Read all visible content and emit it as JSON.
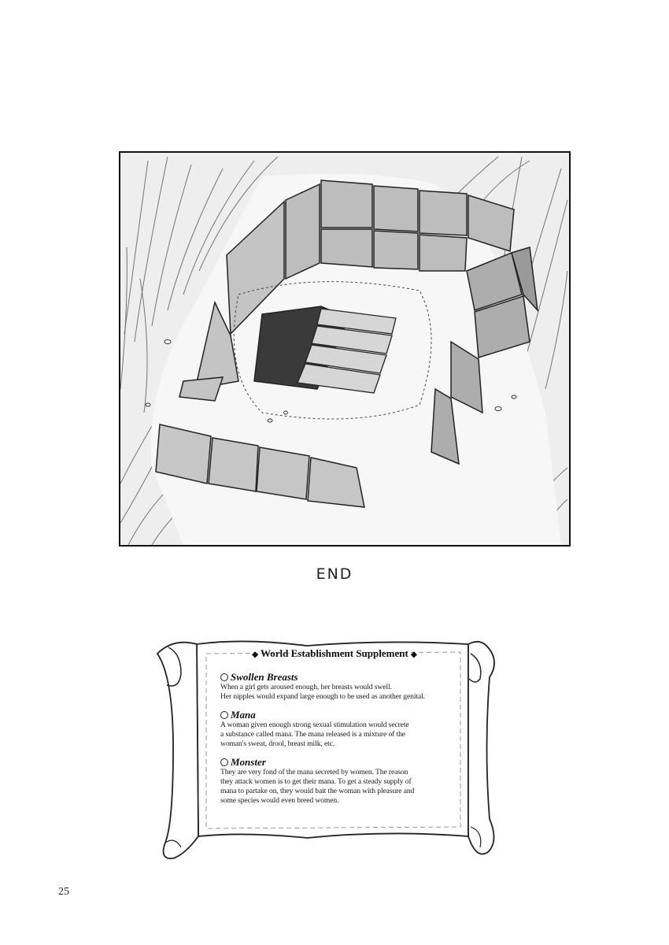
{
  "end_text": "END",
  "supplement": {
    "title": "World Establishment Supplement",
    "diamond_symbol": "◆",
    "entries": [
      {
        "heading": "Swollen Breasts",
        "lines": [
          "When a girl gets aroused enough, her breasts would swell.",
          "Her nipples would expand large enough to be used as another genital."
        ]
      },
      {
        "heading": "Mana",
        "lines": [
          "A woman given enough strong sexual stimulation would secrete",
          "a substance called mana. The mana released is a mixture of the",
          "woman's sweat, drool, breast milk, etc."
        ]
      },
      {
        "heading": "Monster",
        "lines": [
          "They are very fond of the mana secreted by women.  The reason",
          "they attack women is to get their mana.  To get a steady supply of",
          "mana to partake on, they would bait the woman with pleasure and",
          "some species would even breed women."
        ]
      }
    ]
  },
  "page_number": "25"
}
